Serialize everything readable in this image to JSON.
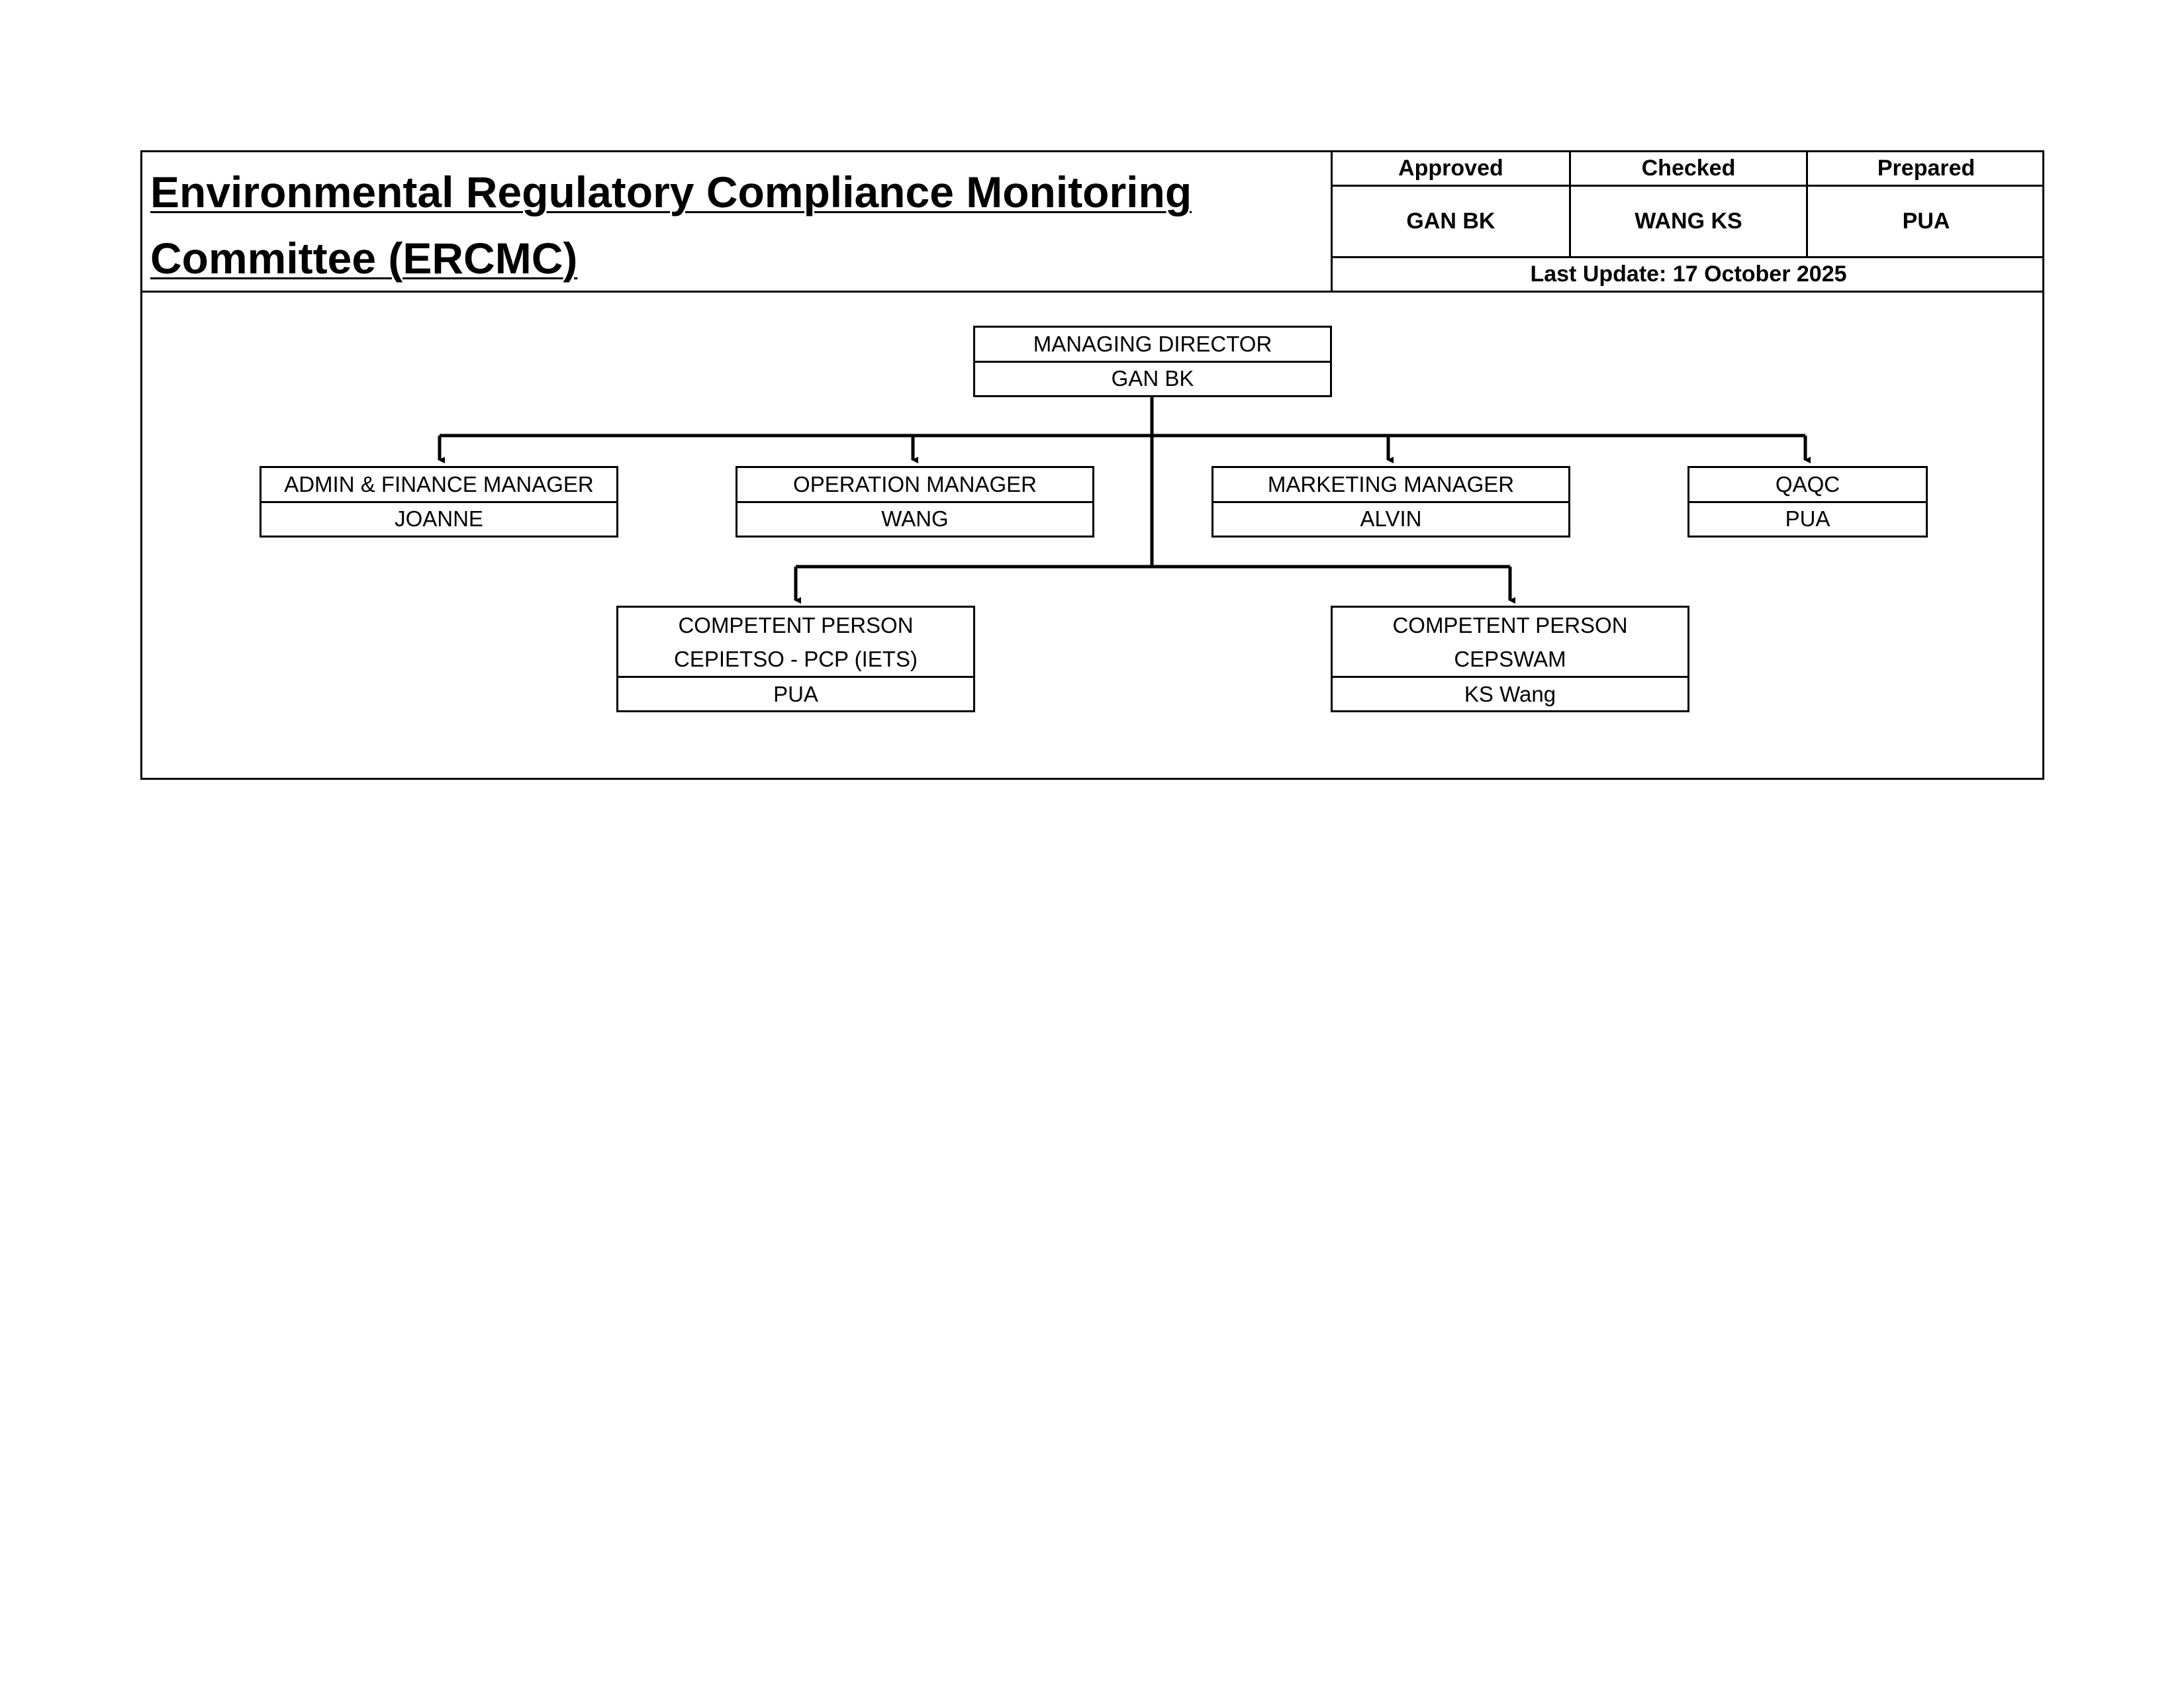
{
  "header": {
    "title_line1": "Environmental Regulatory Compliance Monitoring ",
    "title_line2": "Committee (ERCMC)"
  },
  "approval": {
    "approved_label": "Approved",
    "checked_label": "Checked",
    "prepared_label": "Prepared",
    "approved_by": "GAN BK",
    "checked_by": "WANG KS",
    "prepared_by": "PUA",
    "last_update": "Last Update: 17 October 2025"
  },
  "org": {
    "managing_director": {
      "role": "MANAGING DIRECTOR",
      "name": "GAN BK"
    },
    "admin_finance": {
      "role": "ADMIN & FINANCE MANAGER",
      "name": "JOANNE"
    },
    "operation": {
      "role": "OPERATION MANAGER",
      "name": "WANG"
    },
    "marketing": {
      "role": "MARKETING MANAGER",
      "name": "ALVIN"
    },
    "qaqc": {
      "role": "QAQC",
      "name": "PUA"
    },
    "cp_iets": {
      "role": "COMPETENT PERSON",
      "role2": "CEPIETSO - PCP (IETS)",
      "name": "PUA"
    },
    "cp_swam": {
      "role": "COMPETENT PERSON",
      "role2": "CEPSWAM",
      "name": "KS Wang"
    }
  }
}
